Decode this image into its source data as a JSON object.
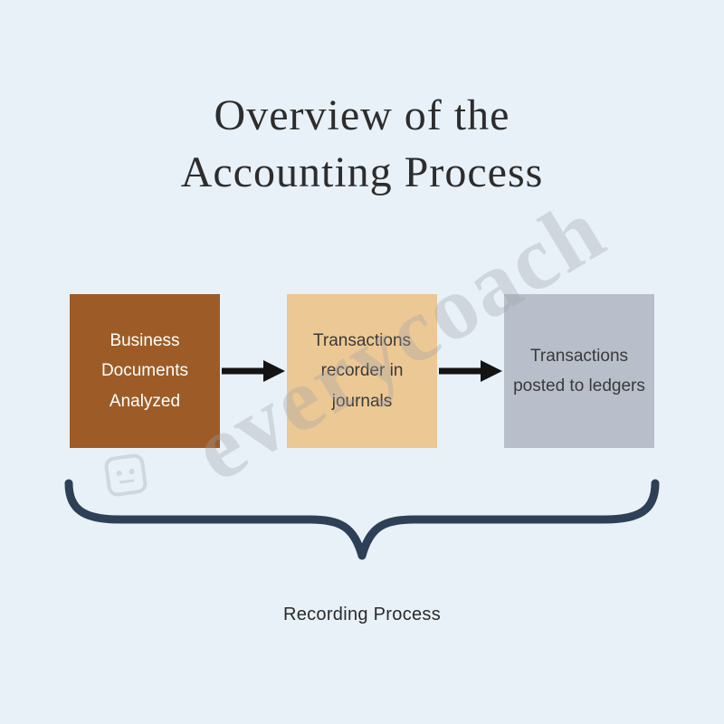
{
  "title": {
    "line1": "Overview of the",
    "line2": "Accounting Process"
  },
  "steps": [
    {
      "label": "Business Documents Analyzed"
    },
    {
      "label": "Transactions recorder in journals"
    },
    {
      "label": "Transactions posted to ledgers"
    }
  ],
  "caption": "Recording Process",
  "watermark": {
    "text": "everycoach"
  },
  "colors": {
    "background": "#e9f1f8",
    "step1_bg": "#9d5c27",
    "step1_text": "#ffffff",
    "step2_bg": "#ecc894",
    "step2_text": "#3a3a3a",
    "step3_bg": "#b8bfca",
    "step3_text": "#3a3a3a",
    "arrow": "#141414",
    "brace": "#2e4057",
    "title_text": "#2d2d2d"
  }
}
